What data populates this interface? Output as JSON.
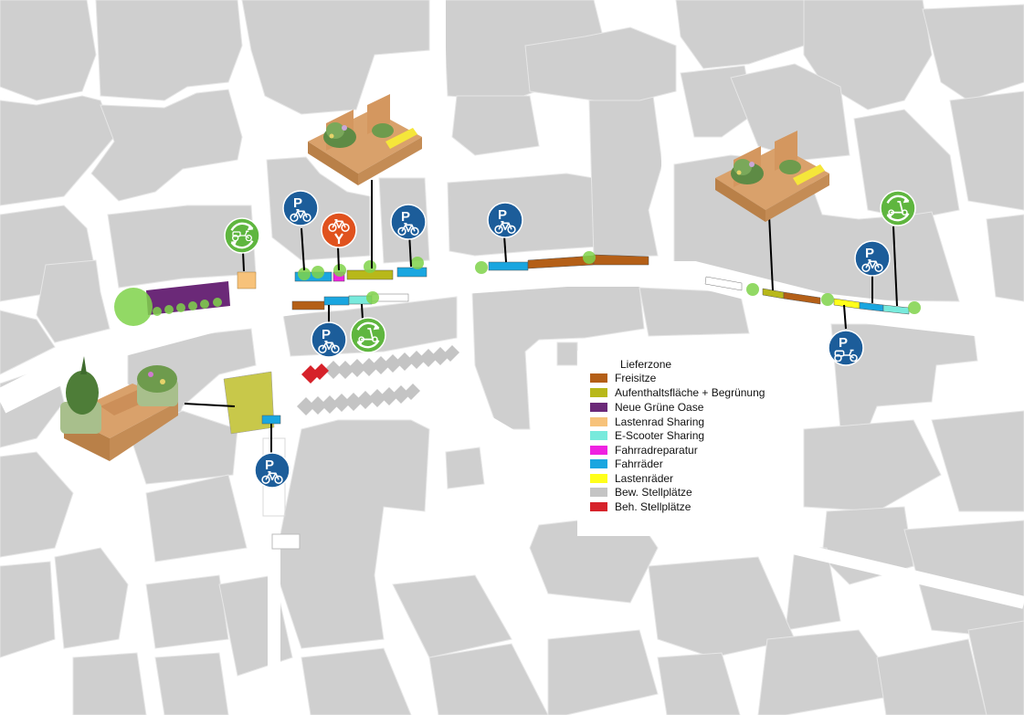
{
  "colors": {
    "building": "#cfcfcf",
    "street": "#ffffff",
    "background": "#ffffff",
    "green_circle": "#7fd24a",
    "sign_blue": "#1c5d9a",
    "sign_green": "#5fb63f",
    "sign_orange": "#e0521e"
  },
  "legend": {
    "title": "Lieferzone",
    "items": [
      {
        "label": "Freisitze",
        "color": "#b45f17"
      },
      {
        "label": "Aufenthaltsfläche + Begrünung",
        "color": "#b8b81a"
      },
      {
        "label": "Neue Grüne Oase",
        "color": "#6b2978"
      },
      {
        "label": "Lastenrad Sharing",
        "color": "#f7c27a"
      },
      {
        "label": "E-Scooter Sharing",
        "color": "#78eadc"
      },
      {
        "label": "Fahrradreparatur",
        "color": "#ef22e1"
      },
      {
        "label": "Fahrräder",
        "color": "#1aa6e0"
      },
      {
        "label": "Lastenräder",
        "color": "#ffff1a"
      },
      {
        "label": "Bew. Stellplätze",
        "color": "#c4c4c4"
      },
      {
        "label": "Beh. Stellplätze",
        "color": "#d6222a"
      }
    ]
  },
  "signs": [
    {
      "name": "bike-parking-sign",
      "type": "parking",
      "color": "#1c5d9a",
      "letter": "P"
    },
    {
      "name": "bike-repair-sign",
      "type": "repair",
      "color": "#e0521e"
    },
    {
      "name": "cargo-bike-sharing-sign",
      "type": "cargo-sharing",
      "color": "#5fb63f"
    },
    {
      "name": "e-scooter-sharing-sign",
      "type": "scooter-sharing",
      "color": "#5fb63f"
    },
    {
      "name": "cargo-bike-parking-sign",
      "type": "cargo-parking",
      "color": "#1c5d9a",
      "letter": "P"
    }
  ]
}
